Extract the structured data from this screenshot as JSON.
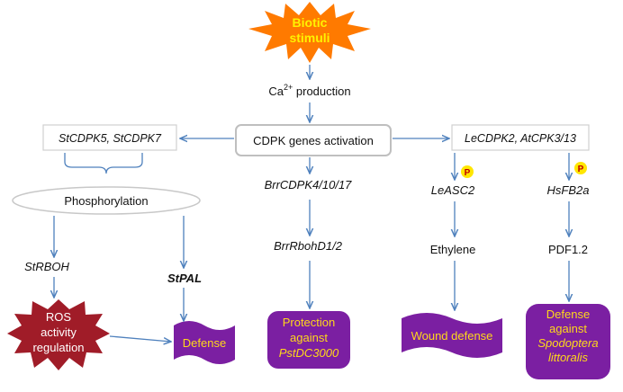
{
  "diagram": {
    "stimulus": [
      "Biotic",
      "stimuli"
    ],
    "ca_production": {
      "ca": "Ca",
      "superscript": "2+",
      "rest": " production"
    },
    "cdpk_activation": "CDPK genes activation",
    "left_genes": "StCDPK5, StCDPK7",
    "phosphorylation": "Phosphorylation",
    "strboh": "StRBOH",
    "stpal": "StPAL",
    "ros_regulation": [
      "ROS",
      "activity",
      "regulation"
    ],
    "defense": "Defense",
    "center_genes": "BrrCDPK4/10/17",
    "center_rboh": "BrrRbohD1/2",
    "protection": [
      "Protection",
      "against"
    ],
    "pathogen": "PstDC3000",
    "right_genes": "LeCDPK2, AtCPK3/13",
    "p_badge": "P",
    "leasc2": "LeASC2",
    "ethylene": "Ethylene",
    "wound_defense": "Wound defense",
    "hsfb2a": "HsFB2a",
    "pdf": "PDF1.2",
    "defense_against": [
      "Defense",
      "against"
    ],
    "spodoptera": [
      "Spodoptera",
      "littoralis"
    ]
  },
  "colors": {
    "arrow": "#4F81BD",
    "box_fill": "#7B1FA2",
    "box_text": "#FFD81A",
    "ros_star": "#A01C28",
    "stimulus_star": "#FF7A00",
    "p_badge": "#FFE600"
  }
}
